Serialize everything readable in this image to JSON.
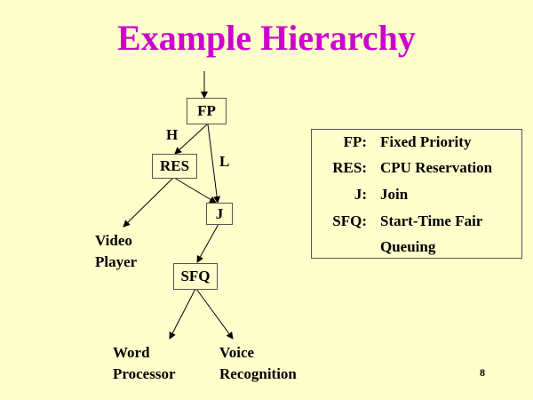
{
  "title": "Example Hierarchy",
  "nodes": {
    "fp": "FP",
    "res": "RES",
    "j": "J",
    "sfq": "SFQ"
  },
  "edge_labels": {
    "h": "H",
    "l": "L"
  },
  "leaves": {
    "video": [
      "Video",
      "Player"
    ],
    "word": [
      "Word",
      "Processor"
    ],
    "voice": [
      "Voice",
      "Recognition"
    ]
  },
  "legend": [
    {
      "key": "FP:",
      "value": "Fixed Priority"
    },
    {
      "key": "RES:",
      "value": "CPU Reservation"
    },
    {
      "key": "J:",
      "value": "Join"
    },
    {
      "key": "SFQ:",
      "value": "Start-Time Fair"
    },
    {
      "key": "",
      "value": "Queuing"
    }
  ],
  "page_number": "8",
  "colors": {
    "background": "#FFFFCC",
    "title": "#CC00CC"
  }
}
